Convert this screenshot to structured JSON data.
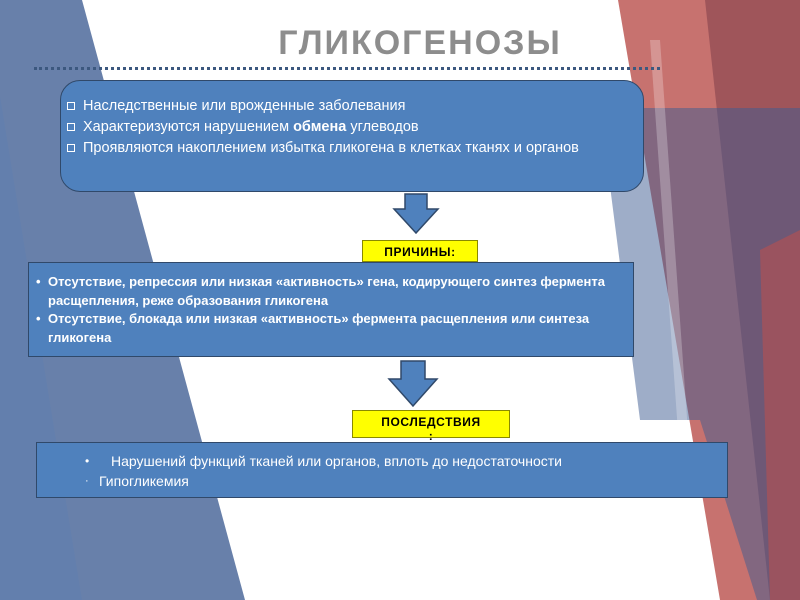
{
  "slide": {
    "title": "ГЛИКОГЕНОЗЫ",
    "overview": [
      {
        "before": "Наследственные или врожденные заболевания",
        "bold": "",
        "after": ""
      },
      {
        "before": "Характеризуются нарушением ",
        "bold": "обмена",
        "after": " углеводов"
      },
      {
        "before": "Проявляются накоплением избытка гликогена в клетках тканях и органов",
        "bold": "",
        "after": ""
      }
    ],
    "causes_tag": "ПРИЧИНЫ:",
    "causes": [
      "Отсутствие, репрессия или низкая «активность» гена, кодирующего синтез фермента расщепления, реже образования гликогена",
      "Отсутствие, блокада или низкая «активность» фермента расщепления или синтеза гликогена"
    ],
    "consequences_tag": "ПОСЛЕДСТВИЯ\n:",
    "consequences": [
      "Нарушений функций тканей или органов, вплоть до недостаточности",
      "Гипогликемия"
    ],
    "bullets": {
      "cause": "•",
      "effect": "•",
      "effect_small": "·"
    }
  },
  "colors": {
    "panel_fill": "#4f81bd",
    "panel_border": "#30496a",
    "tag_fill": "#ffff00",
    "title_color": "#8d8d8d",
    "decor_blue": "#3e5c92",
    "decor_red": "#c0504d"
  },
  "icons": {
    "overview_marker": "checkbox-icon",
    "flow_arrow": "down-arrow-icon"
  }
}
